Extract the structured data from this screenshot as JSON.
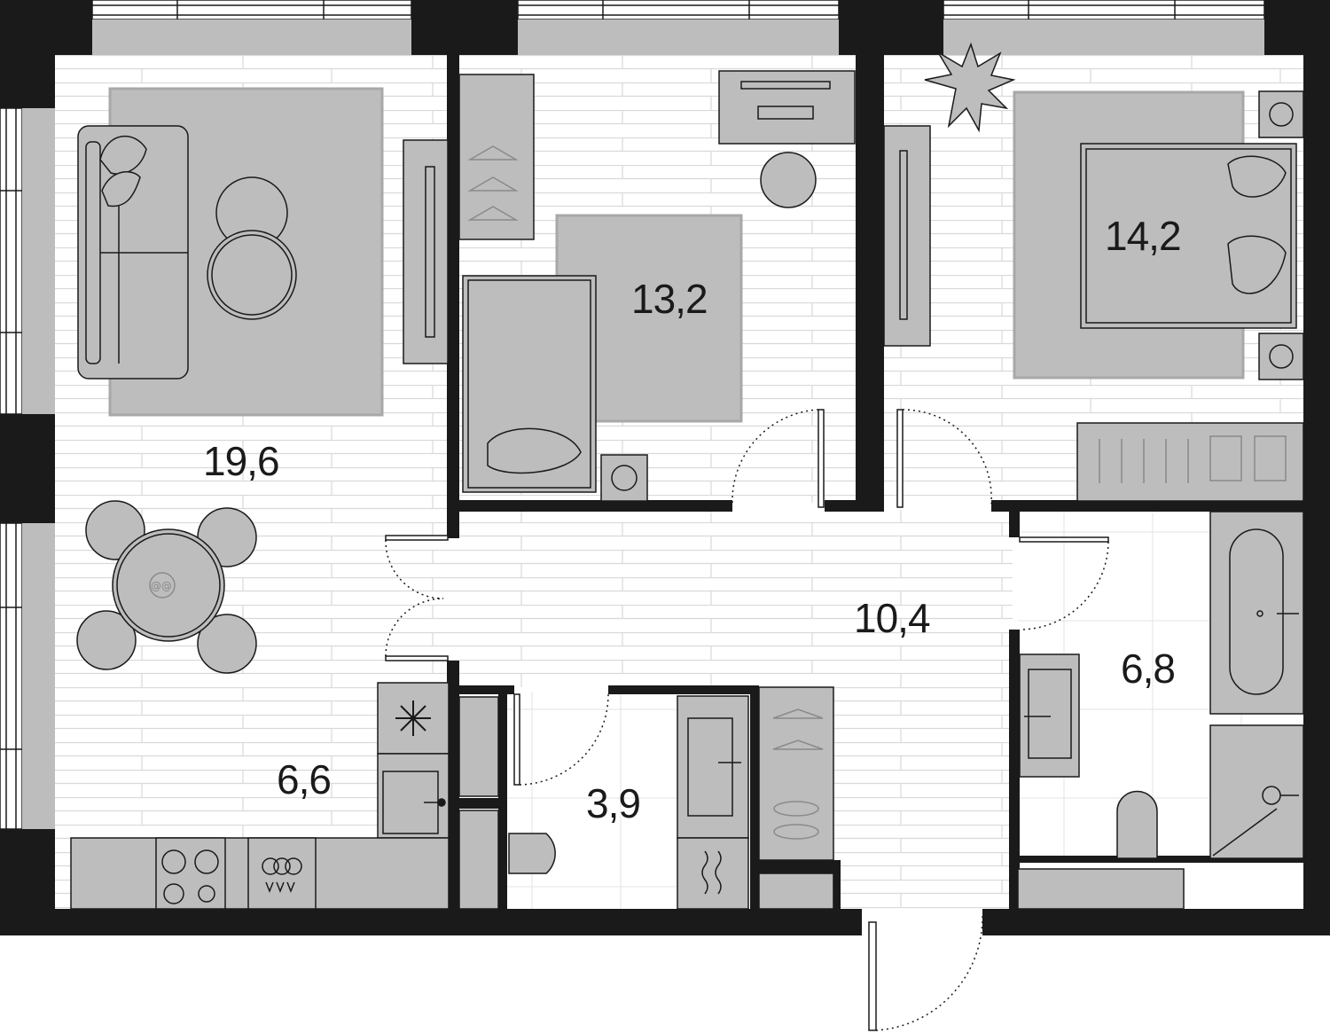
{
  "rooms": [
    {
      "id": "living",
      "area": "19,6"
    },
    {
      "id": "kitchen",
      "area": "6,6"
    },
    {
      "id": "bedroom-small",
      "area": "13,2"
    },
    {
      "id": "bedroom-master",
      "area": "14,2"
    },
    {
      "id": "hallway",
      "area": "10,4"
    },
    {
      "id": "bathroom",
      "area": "6,8"
    },
    {
      "id": "wc",
      "area": "3,9"
    }
  ],
  "colors": {
    "wall": "#1a1a1a",
    "furniture": "#bdbdbd",
    "floor_line": "#d9d9d9",
    "background": "#ffffff"
  },
  "icons": [
    "snowflake-icon",
    "stove-icon",
    "sink-icon",
    "toilet-icon",
    "bathtub-icon",
    "shower-icon",
    "washing-machine-icon",
    "plant-icon",
    "hanger-icon"
  ]
}
